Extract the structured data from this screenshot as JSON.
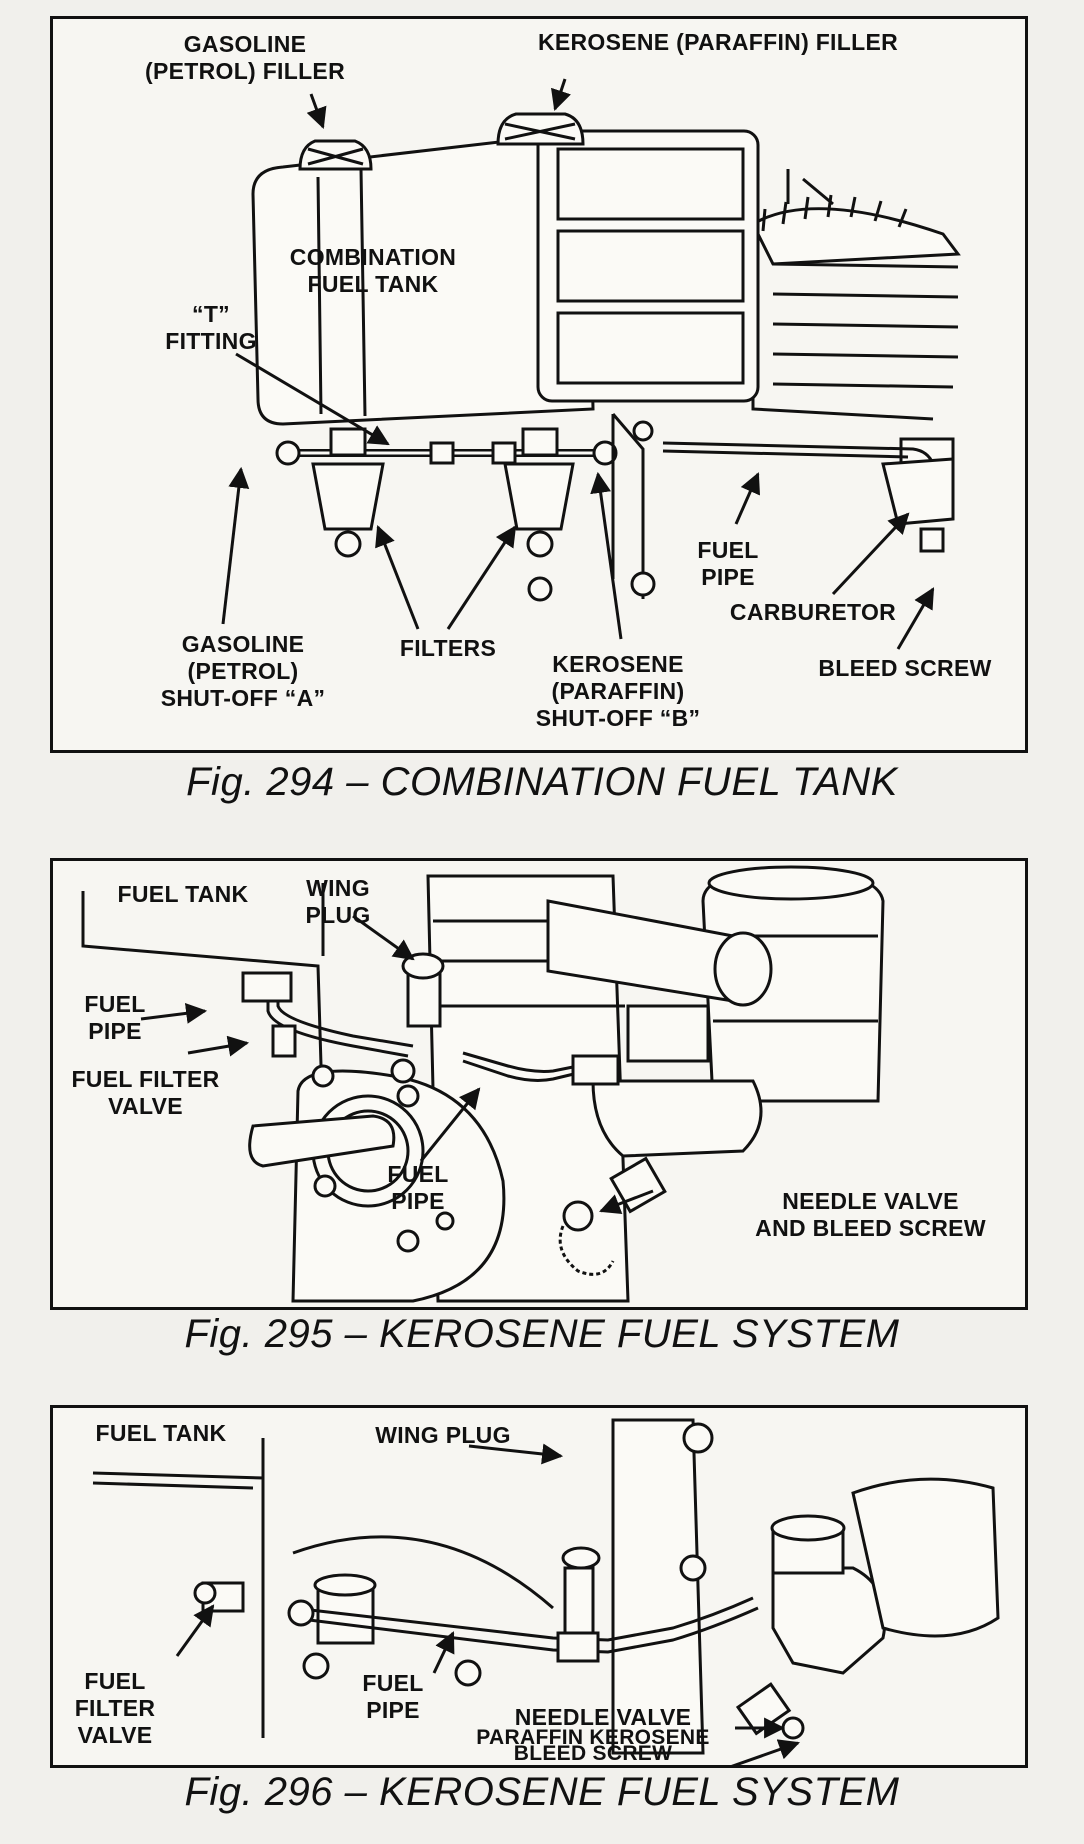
{
  "figures": [
    {
      "caption": "Fig. 294 – COMBINATION FUEL TANK",
      "labels": {
        "gasoline_filler": "GASOLINE\n(PETROL) FILLER",
        "kerosene_filler": "KEROSENE (PARAFFIN) FILLER",
        "combination_tank": "COMBINATION\nFUEL TANK",
        "t_fitting": "“T”\nFITTING",
        "gasoline_shutoff": "GASOLINE\n(PETROL)\nSHUT-OFF “A”",
        "filters": "FILTERS",
        "kerosene_shutoff": "KEROSENE\n(PARAFFIN)\nSHUT-OFF “B”",
        "fuel_pipe": "FUEL\nPIPE",
        "carburetor": "CARBURETOR",
        "bleed_screw": "BLEED SCREW"
      }
    },
    {
      "caption": "Fig. 295 – KEROSENE FUEL SYSTEM",
      "labels": {
        "fuel_tank": "FUEL TANK",
        "wing_plug": "WING\nPLUG",
        "fuel_pipe_left": "FUEL\nPIPE",
        "fuel_filter_valve": "FUEL FILTER\nVALVE",
        "fuel_pipe_center": "FUEL\nPIPE",
        "needle_valve": "NEEDLE VALVE\nAND BLEED SCREW"
      }
    },
    {
      "caption": "Fig. 296 – KEROSENE FUEL SYSTEM",
      "labels": {
        "fuel_tank": "FUEL TANK",
        "wing_plug": "WING PLUG",
        "fuel_filter_valve": "FUEL\nFILTER\nVALVE",
        "fuel_pipe": "FUEL\nPIPE",
        "needle_valve": "NEEDLE VALVE",
        "bleed_screw": "PARAFFIN KEROSENE\nBLEED SCREW"
      }
    }
  ]
}
